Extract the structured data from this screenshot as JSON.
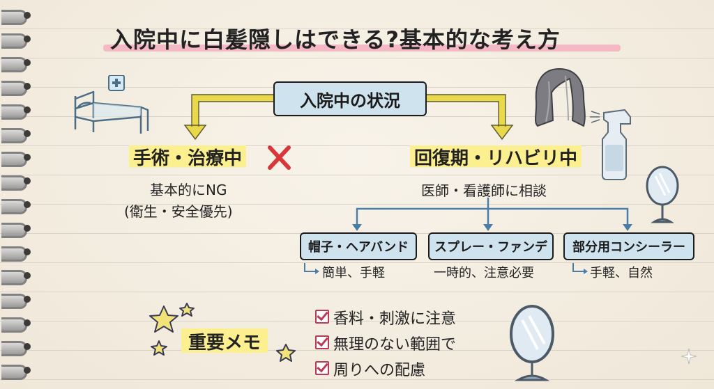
{
  "title": "入院中に白髪隠しはできる?基本的な考え方",
  "center_node": "入院中の状況",
  "left_branch": {
    "label": "手術・治療中",
    "note_line1": "基本的にNG",
    "note_line2": "(衛生・安全優先)"
  },
  "right_branch": {
    "label": "回復期・リハビリ中",
    "note": "医師・看護師に相談"
  },
  "options": [
    {
      "label": "帽子・ヘアバンド",
      "note": "簡単、手軽",
      "arrow": true
    },
    {
      "label": "スプレー・ファンデ",
      "note": "一時的、注意必要",
      "arrow": false
    },
    {
      "label": "部分用コンシーラー",
      "note": "手軽、自然",
      "arrow": true
    }
  ],
  "memo": {
    "title": "重要メモ",
    "items": [
      "香料・刺激に注意",
      "無理のない範囲で",
      "周りへの配慮"
    ]
  },
  "colors": {
    "highlight_yellow": "#fbef8f",
    "highlight_pink": "#f4b9c4",
    "box_blue": "#cfe3ef",
    "arrow_yellow": "#e9d94a",
    "arrow_blue": "#4a7ea6",
    "cross_red": "#d9363a",
    "check_red": "#b93a56"
  }
}
